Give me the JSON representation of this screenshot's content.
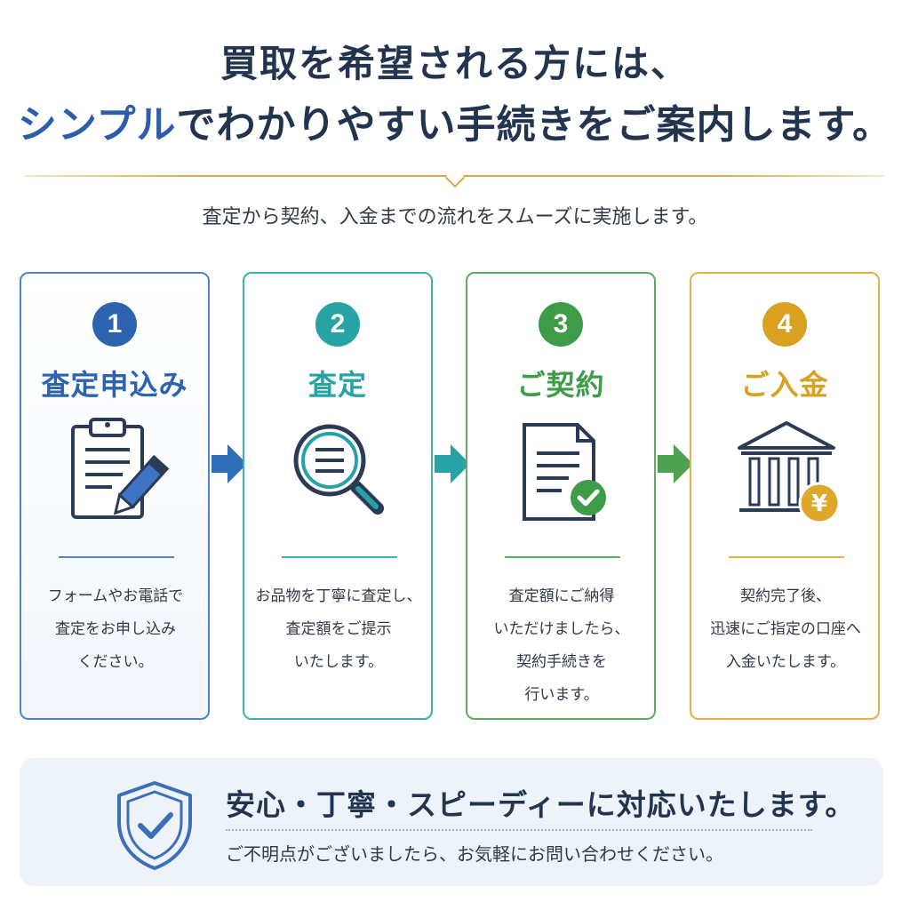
{
  "heading": {
    "line1": "買取を希望される方には、",
    "line2_accent": "シンプル",
    "line2_rest": "でわかりやすい手続きをご案内します。"
  },
  "subtitle": "査定から契約、入金までの流れをスムーズに実施します。",
  "steps": [
    {
      "number": "1",
      "title": "査定申込み",
      "icon": "clipboard-pencil-icon",
      "color": "#2d63ae",
      "description": "フォームやお電話で\n査定をお申し込み\nください。"
    },
    {
      "number": "2",
      "title": "査定",
      "icon": "magnifier-icon",
      "color": "#27a3a5",
      "description": "お品物を丁寧に査定し、\n査定額をご提示\nいたします。"
    },
    {
      "number": "3",
      "title": "ご契約",
      "icon": "contract-check-icon",
      "color": "#3e9b47",
      "description": "査定額にご納得\nいただけましたら、\n契約手続きを\n行います。"
    },
    {
      "number": "4",
      "title": "ご入金",
      "icon": "bank-yen-icon",
      "color": "#d9a021",
      "description": "契約完了後、\n迅速にご指定の口座へ\n入金いたします。"
    }
  ],
  "banner": {
    "icon": "shield-check-icon",
    "title": "安心・丁寧・スピーディーに対応いたします。",
    "note": "ご不明点がございましたら、お気軽にお問い合わせください。"
  }
}
